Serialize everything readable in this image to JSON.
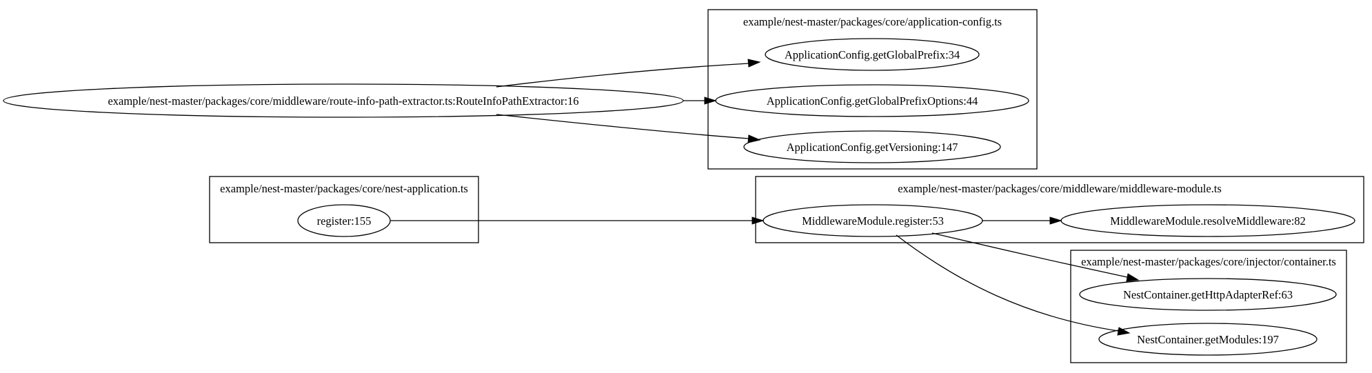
{
  "graph": {
    "clusters": [
      {
        "id": "c-app-config",
        "label": "example/nest-master/packages/core/application-config.ts"
      },
      {
        "id": "c-nest-app",
        "label": "example/nest-master/packages/core/nest-application.ts"
      },
      {
        "id": "c-mw-module",
        "label": "example/nest-master/packages/core/middleware/middleware-module.ts"
      },
      {
        "id": "c-container",
        "label": "example/nest-master/packages/core/injector/container.ts"
      }
    ],
    "nodes": [
      {
        "id": "n-route-extractor",
        "label": "example/nest-master/packages/core/middleware/route-info-path-extractor.ts:RouteInfoPathExtractor:16"
      },
      {
        "id": "n-get-global-prefix",
        "label": "ApplicationConfig.getGlobalPrefix:34"
      },
      {
        "id": "n-get-global-prefix-options",
        "label": "ApplicationConfig.getGlobalPrefixOptions:44"
      },
      {
        "id": "n-get-versioning",
        "label": "ApplicationConfig.getVersioning:147"
      },
      {
        "id": "n-register",
        "label": "register:155"
      },
      {
        "id": "n-mw-register",
        "label": "MiddlewareModule.register:53"
      },
      {
        "id": "n-mw-resolve",
        "label": "MiddlewareModule.resolveMiddleware:82"
      },
      {
        "id": "n-get-http-adapter-ref",
        "label": "NestContainer.getHttpAdapterRef:63"
      },
      {
        "id": "n-get-modules",
        "label": "NestContainer.getModules:197"
      }
    ],
    "edges": [
      {
        "from": "n-route-extractor",
        "to": "n-get-global-prefix"
      },
      {
        "from": "n-route-extractor",
        "to": "n-get-global-prefix-options"
      },
      {
        "from": "n-route-extractor",
        "to": "n-get-versioning"
      },
      {
        "from": "n-register",
        "to": "n-mw-register"
      },
      {
        "from": "n-mw-register",
        "to": "n-mw-resolve"
      },
      {
        "from": "n-mw-register",
        "to": "n-get-http-adapter-ref"
      },
      {
        "from": "n-mw-register",
        "to": "n-get-modules"
      }
    ]
  }
}
